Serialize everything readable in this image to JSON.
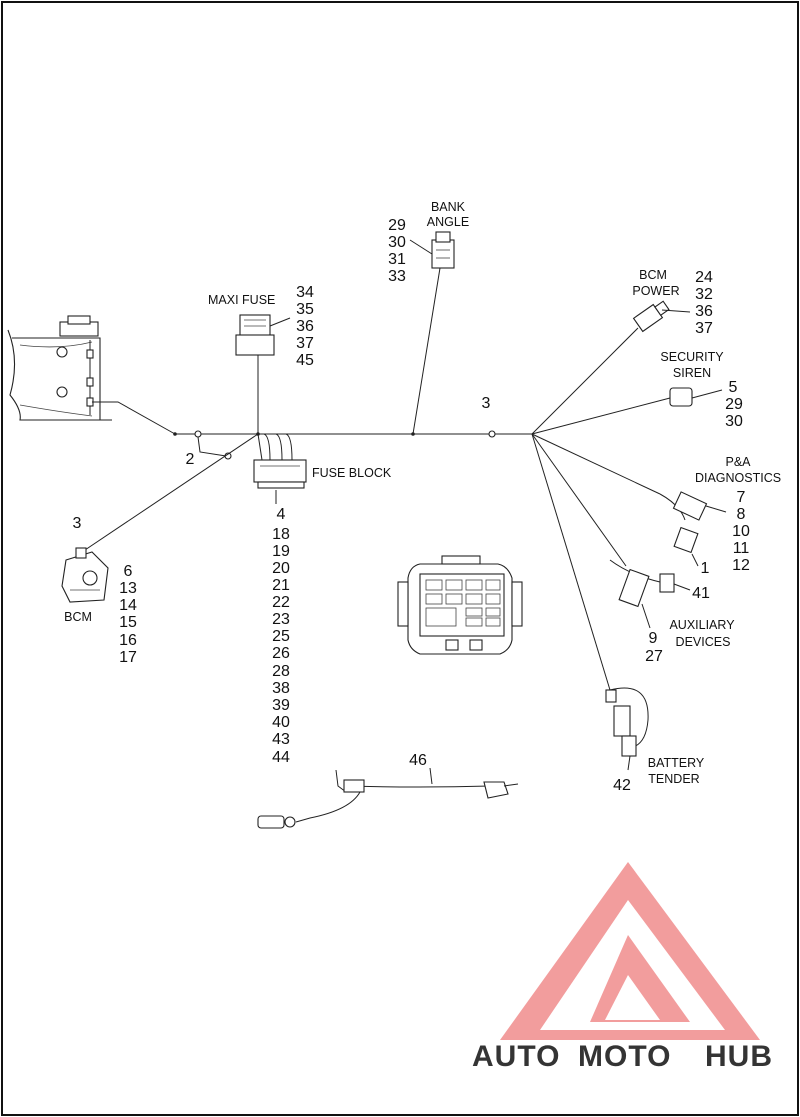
{
  "diagram": {
    "callouts": {
      "bank_angle": {
        "label": [
          "BANK",
          "ANGLE"
        ],
        "numbers": [
          "29",
          "30",
          "31",
          "33"
        ]
      },
      "maxi_fuse": {
        "label": "MAXI FUSE",
        "numbers": [
          "34",
          "35",
          "36",
          "37",
          "45"
        ]
      },
      "bcm_power": {
        "label": [
          "BCM",
          "POWER"
        ],
        "numbers": [
          "24",
          "32",
          "36",
          "37"
        ]
      },
      "security_siren": {
        "label": [
          "SECURITY",
          "SIREN"
        ],
        "numbers": [
          "5",
          "29",
          "30"
        ]
      },
      "pa_diagnostics": {
        "label": [
          "P&A",
          "DIAGNOSTICS"
        ],
        "numbers": [
          "7",
          "8",
          "10",
          "11",
          "12"
        ]
      },
      "fuse_block": {
        "label": "FUSE BLOCK",
        "numbers": [
          "4",
          "18",
          "19",
          "20",
          "21",
          "22",
          "23",
          "25",
          "26",
          "28",
          "38",
          "39",
          "40",
          "43",
          "44"
        ]
      },
      "bcm": {
        "label": "BCM",
        "numbers": [
          "6",
          "13",
          "14",
          "15",
          "16",
          "17"
        ]
      },
      "auxiliary_devices": {
        "label": [
          "AUXILIARY",
          "DEVICES"
        ],
        "numbers": [
          "9",
          "27"
        ]
      },
      "battery_tender": {
        "label": [
          "BATTERY",
          "TENDER"
        ],
        "numbers": [
          "42"
        ]
      },
      "misc": {
        "n1": "1",
        "n2": "2",
        "n3_top": "3",
        "n3_bcm": "3",
        "n41": "41",
        "n46": "46"
      }
    }
  },
  "watermark": {
    "part1": "AUTO",
    "part2": "MOTO",
    "part3": "HUB",
    "color_orange": "#f5c26b",
    "color_red": "#f08c8c",
    "color_gray": "#9a9a9a"
  }
}
